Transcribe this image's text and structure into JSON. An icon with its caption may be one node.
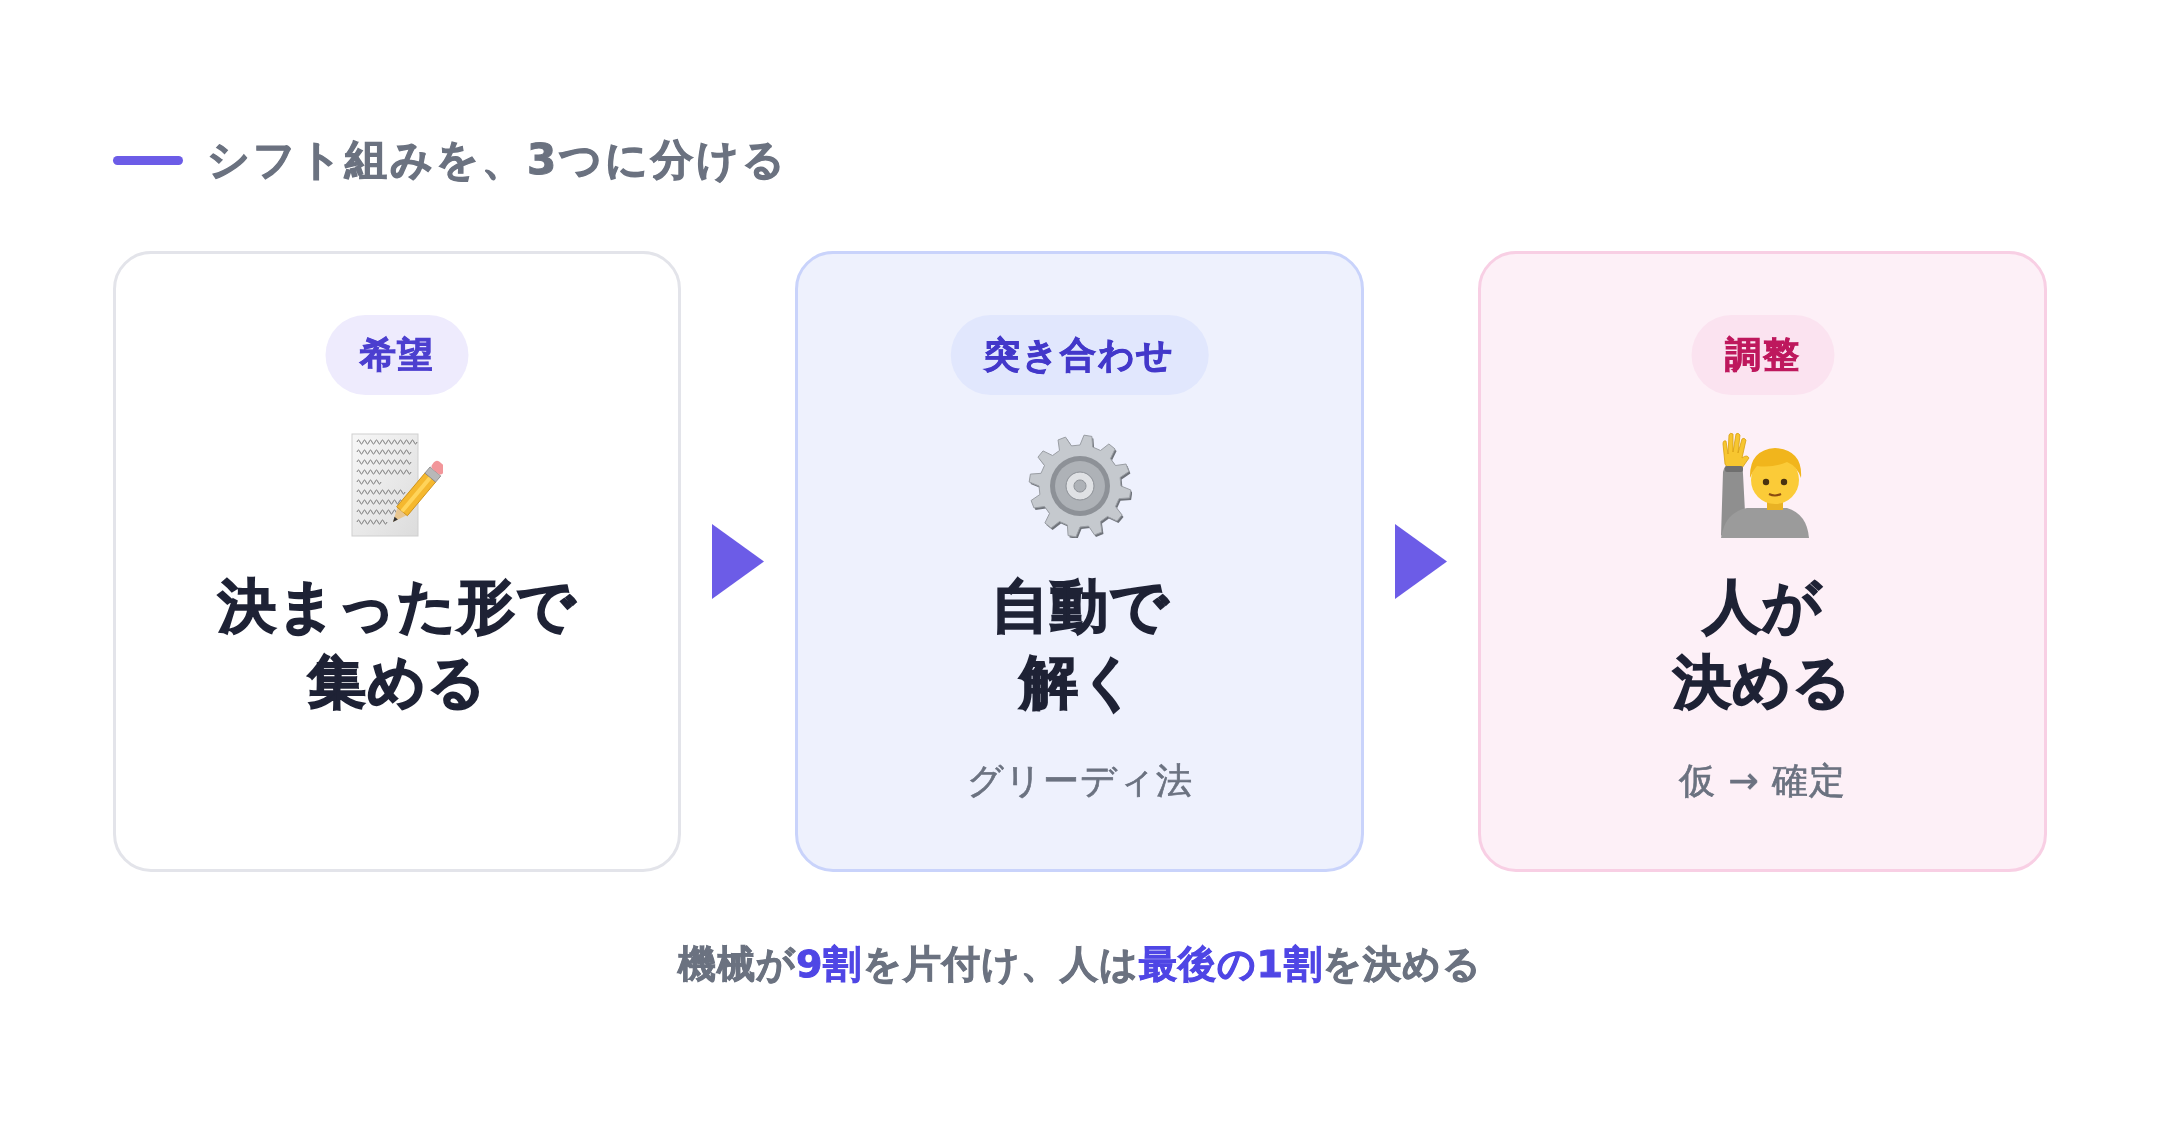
{
  "diagram": {
    "title": "シフト組みを、3つに分ける",
    "caption": "機械が**9割**を片付け、人は**最後の1割**を決める",
    "nodes": [
      {
        "text": [
          "決まった形で集める"
        ]
      },
      {
        "text": [
          "希望"
        ],
        "in": 0
      },
      {
        "text": [
          "自動で解く",
          "グリーディ法"
        ]
      },
      {
        "text": [
          "突き合わせ"
        ],
        "in": 2
      },
      {
        "text": [
          "人が決める",
          "仮 → 確定"
        ]
      },
      {
        "text": [
          "調整"
        ],
        "in": 4
      }
    ],
    "edges": [
      {
        "from": 0,
        "to": 2,
        "arrow": "to"
      },
      {
        "from": 2,
        "to": 4,
        "arrow": "to"
      }
    ]
  }
}
